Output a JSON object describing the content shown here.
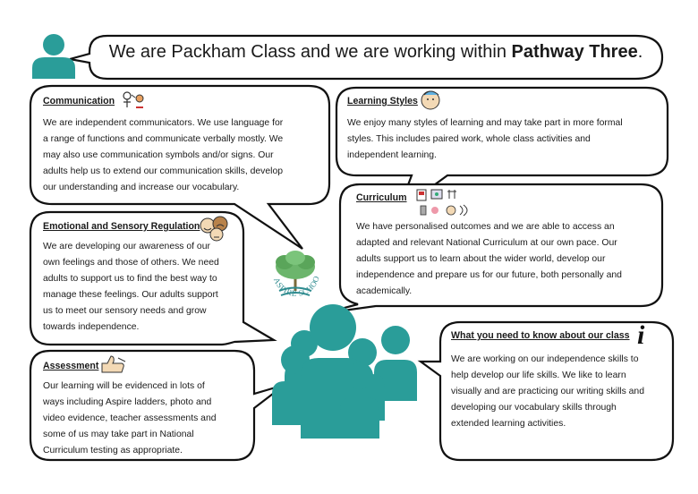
{
  "title": {
    "text": "We are Packham Class and we are working within ",
    "emphasis": "Pathway Three",
    "suffix": "."
  },
  "logo": {
    "text": "ASPIRE SCHOOL",
    "color": "#2e8b8f"
  },
  "colors": {
    "teal": "#2a9d99",
    "logo_green": "#5aa55a"
  },
  "sections": {
    "communication": {
      "heading": "Communication",
      "lines": [
        "We are independent communicators.  We use language for",
        "a range of functions and communicate verbally mostly.  We",
        "may also use communication symbols and/or signs.  Our",
        "adults help us to extend our communication skills, develop",
        "our understanding and increase our vocabulary."
      ]
    },
    "emotional": {
      "heading": "Emotional and Sensory Regulation",
      "lines": [
        "We are developing our awareness of our",
        "own feelings and those of others.  We need",
        "adults to support us to find the best way to",
        "manage these feelings.  Our adults support",
        "us to meet our sensory needs and grow",
        "towards independence."
      ]
    },
    "assessment": {
      "heading": "Assessment",
      "lines": [
        "Our learning will be evidenced in lots of",
        "ways including Aspire ladders, photo and",
        "video evidence, teacher assessments and",
        "some of us may take part in National",
        "Curriculum testing as appropriate."
      ]
    },
    "learning_styles": {
      "heading": "Learning Styles",
      "lines": [
        "We enjoy many styles of learning and may take part in more formal",
        "styles.  This includes paired work, whole class activities and",
        "independent learning."
      ]
    },
    "curriculum": {
      "heading": "Curriculum",
      "lines": [
        "We have personalised outcomes and we are able to access an",
        "adapted and relevant National Curriculum at our own pace.  Our",
        "adults support us to learn about the wider world, develop our",
        "independence and prepare us for our future, both personally and",
        "academically."
      ]
    },
    "what_to_know": {
      "heading": "What you need to know about our class",
      "info_symbol": "i",
      "lines": [
        "We are working on our independence skills to",
        "help develop our life skills. We like to learn",
        "visually and are practicing our writing skills and",
        "developing our vocabulary skills through",
        "extended learning activities."
      ]
    }
  },
  "icons": [
    "person-icon",
    "people-group-icon",
    "communication-symbol-icon",
    "learning-styles-head-icon",
    "emotions-faces-icon",
    "curriculum-symbols-icon",
    "thumbs-up-icon",
    "info-icon",
    "tree-logo-icon"
  ]
}
